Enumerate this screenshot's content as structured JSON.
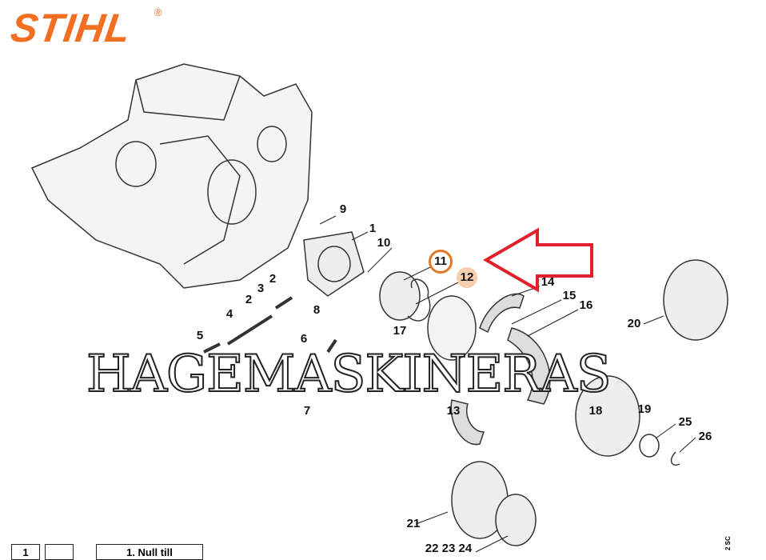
{
  "logo": {
    "text": "STIHL",
    "registered": "®",
    "color": "#f26f21"
  },
  "watermark": "HAGEMASKINERAS",
  "highlight": {
    "arrow_color": "#e0202a",
    "selected_part": "11",
    "related_part": "12"
  },
  "labels": [
    "9",
    "1",
    "10",
    "11",
    "12",
    "14",
    "15",
    "16",
    "2",
    "3",
    "2",
    "4",
    "8",
    "6",
    "5",
    "7",
    "17",
    "13",
    "18",
    "19",
    "20",
    "25",
    "26",
    "21",
    "22 23 24"
  ],
  "footer": {
    "button1": "1",
    "button2": "",
    "button3": "1. Null till",
    "code": "2 SC"
  }
}
